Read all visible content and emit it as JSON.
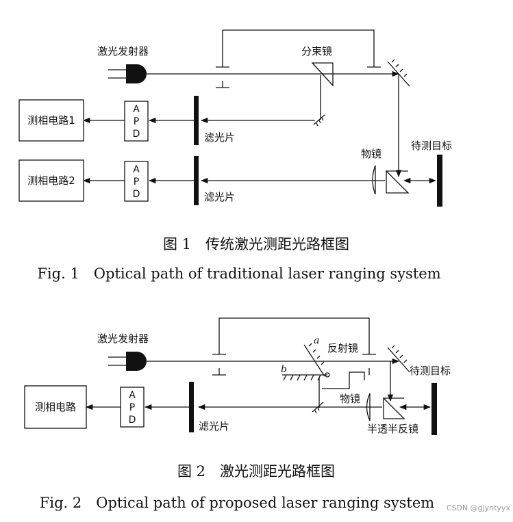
{
  "figure1": {
    "emitter": "激光发射器",
    "beam_splitter": "分束镜",
    "circuit1": "测相电路1",
    "circuit2": "测相电路2",
    "apd": [
      "A",
      "P",
      "D"
    ],
    "filter1": "滤光片",
    "filter2": "滤光片",
    "lens": "物镜",
    "target": "待测目标",
    "caption_zh": "图 1　传统激光测距光路框图",
    "caption_en": "Fig. 1　Optical path of traditional laser ranging system"
  },
  "figure2": {
    "emitter": "激光发射器",
    "mirror": "反射镜",
    "mirror_a": "a",
    "mirror_b": "b",
    "circuit": "测相电路",
    "apd": [
      "A",
      "P",
      "D"
    ],
    "filter": "滤光片",
    "lens": "物镜",
    "target": "待测目标",
    "half_mirror": "半透半反镜",
    "caption_zh": "图 2　激光测距光路框图",
    "caption_en": "Fig. 2　Optical path of proposed laser ranging system"
  },
  "watermark": "CSDN @gjyntyyx"
}
